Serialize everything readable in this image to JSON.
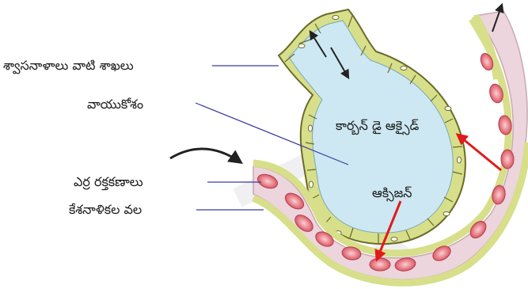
{
  "labels": {
    "airway": "శ్వాసనాళాలు వాటి శాఖలు",
    "alveolus": "వాయుకోశం",
    "carbon_dioxide": "కార్బన్ డై ఆక్సైడ్",
    "oxygen": "ఆక్సిజన్",
    "red_blood_cells": "ఎర్ర రక్తకణాలు",
    "capillary_network": "కేశనాళికల వల"
  },
  "colors": {
    "alveolus_fill": "#cde8f2",
    "cell_fill": "#d7df8a",
    "cell_outline": "#6b6a2a",
    "vessel_fill": "#ecd5dc",
    "rbc_fill": "#e0707c",
    "rbc_core": "#f7c2c8",
    "gas_arrow": "#e01b1b",
    "leader_line": "#3a3aa0"
  }
}
